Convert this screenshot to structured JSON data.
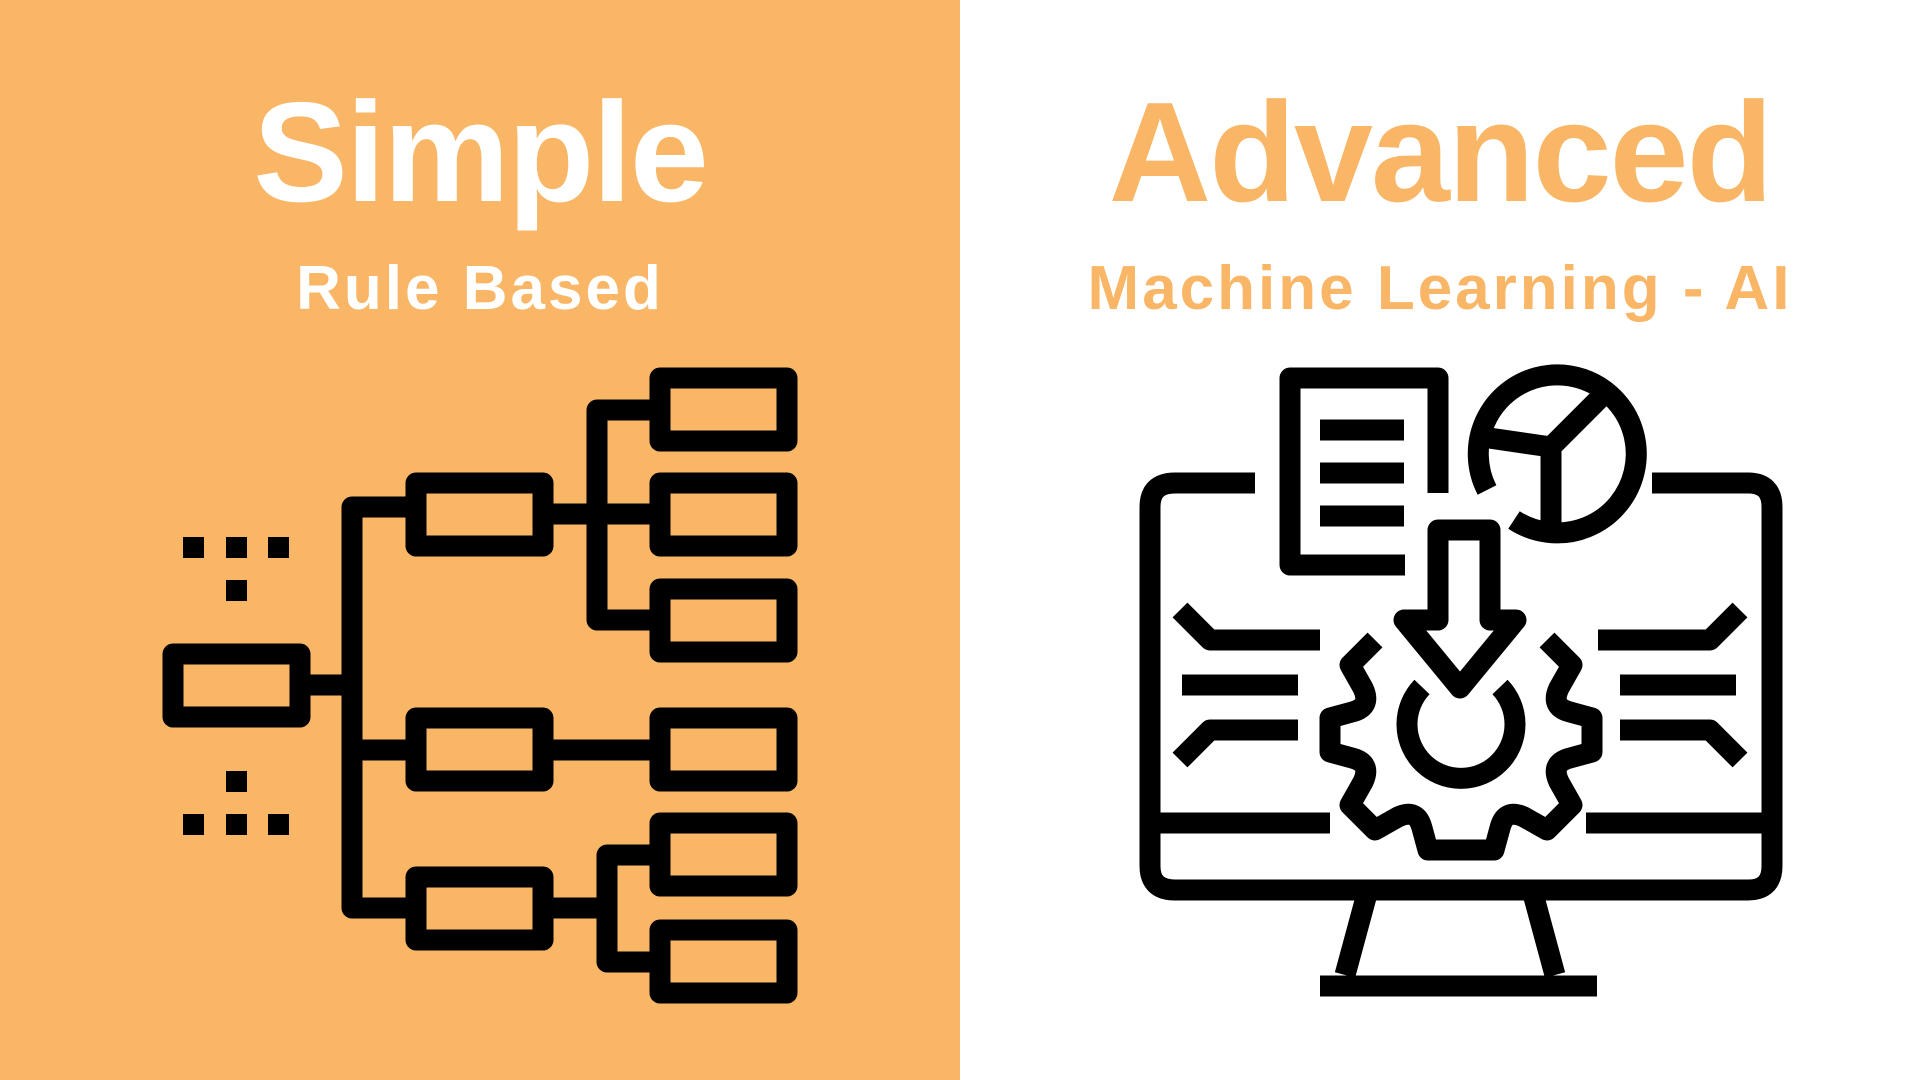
{
  "left_panel": {
    "title": "Simple",
    "subtitle": "Rule Based",
    "background": "#f9b666",
    "text_color": "#ffffff",
    "icon": "decision-tree-icon"
  },
  "right_panel": {
    "title": "Advanced",
    "subtitle": "Machine Learning - AI",
    "background": "#ffffff",
    "text_color": "#f9b666",
    "icon": "computer-gear-icon"
  }
}
